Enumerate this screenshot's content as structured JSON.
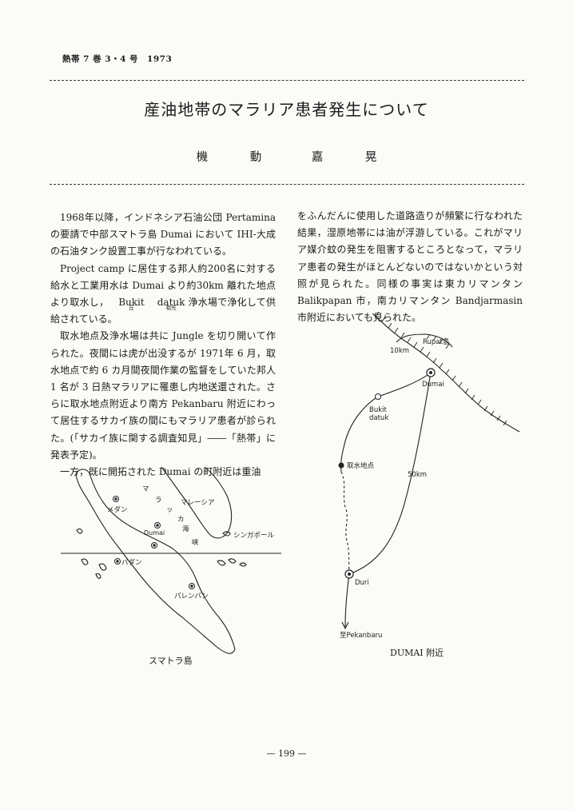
{
  "header": {
    "running_head": "熱帯 7 巻 3・4 号　1973"
  },
  "article": {
    "title": "産油地帯のマラリア患者発生について",
    "author": "機 動　嘉 晃"
  },
  "body": {
    "left": {
      "p1": "1968年以降，インドネシア石油公団 Pertamina の要請で中部スマトラ島 Dumai において IHI-大成の石油タンク設置工事が行なわれている。",
      "p2a": "Project camp に居住する邦人約200名に対する給水と工業用水は Dumai より約30km 離れた地点より取水し，",
      "bukit": "Bukit",
      "bukit_ruby": "丘",
      "datuk": "datuk",
      "datuk_ruby": "祖先",
      "p2b": " 浄水場で浄化して供給されている。",
      "p3": "取水地点及浄水場は共に Jungle を切り開いて作られた。夜間には虎が出没するが 1971年 6 月，取水地点で約 6 カ月間夜間作業の監督をしていた邦人 1 名が 3 日熱マラリアに罹患し内地送還された。さらに取水地点附近より南方 Pekanbaru 附近にわって居住するサカイ族の間にもマラリア患者が診られた。(「サカイ族に関する調査知見」――「熱帯」に発表予定)。",
      "p4": "一方，既に開拓された Dumai の町附近は重油"
    },
    "right": {
      "p1": "をふんだんに使用した道路造りが頻繁に行なわれた結果，湿原地帯には油が浮游している。これがマリア媒介蚊の発生を阻害するところとなって，マラリア患者の発生がほとんどないのではないかという対照が見られた。同様の事実は東カリマンタン Balikpapan 市，南カリマンタン Bandjarmasin 市附近においても見られた。"
    }
  },
  "map_sumatra": {
    "caption": "スマトラ島",
    "labels": {
      "medan": "メダン",
      "malacca": [
        "マ",
        "ラ",
        "ッ",
        "カ",
        "海",
        "峡"
      ],
      "malaysia": "マレーシア",
      "dumai": "Dumai",
      "singapore": "シンガポール",
      "padang": "パダン",
      "palembang": "パレンバン"
    }
  },
  "map_dumai": {
    "caption": "DUMAI 附近",
    "labels": {
      "rupat": "Rupat島",
      "km10": "10km",
      "dumai": "Dumai",
      "bukit": "Bukit",
      "datuk": "datuk",
      "intake": "取水地点",
      "km50": "50km",
      "duri": "Duri",
      "pekanbaru": "至Pekanbaru"
    }
  },
  "footer": {
    "page_number": "— 199 —"
  },
  "colors": {
    "ink": "#1b1b1b",
    "paper": "#fbfbf8"
  }
}
